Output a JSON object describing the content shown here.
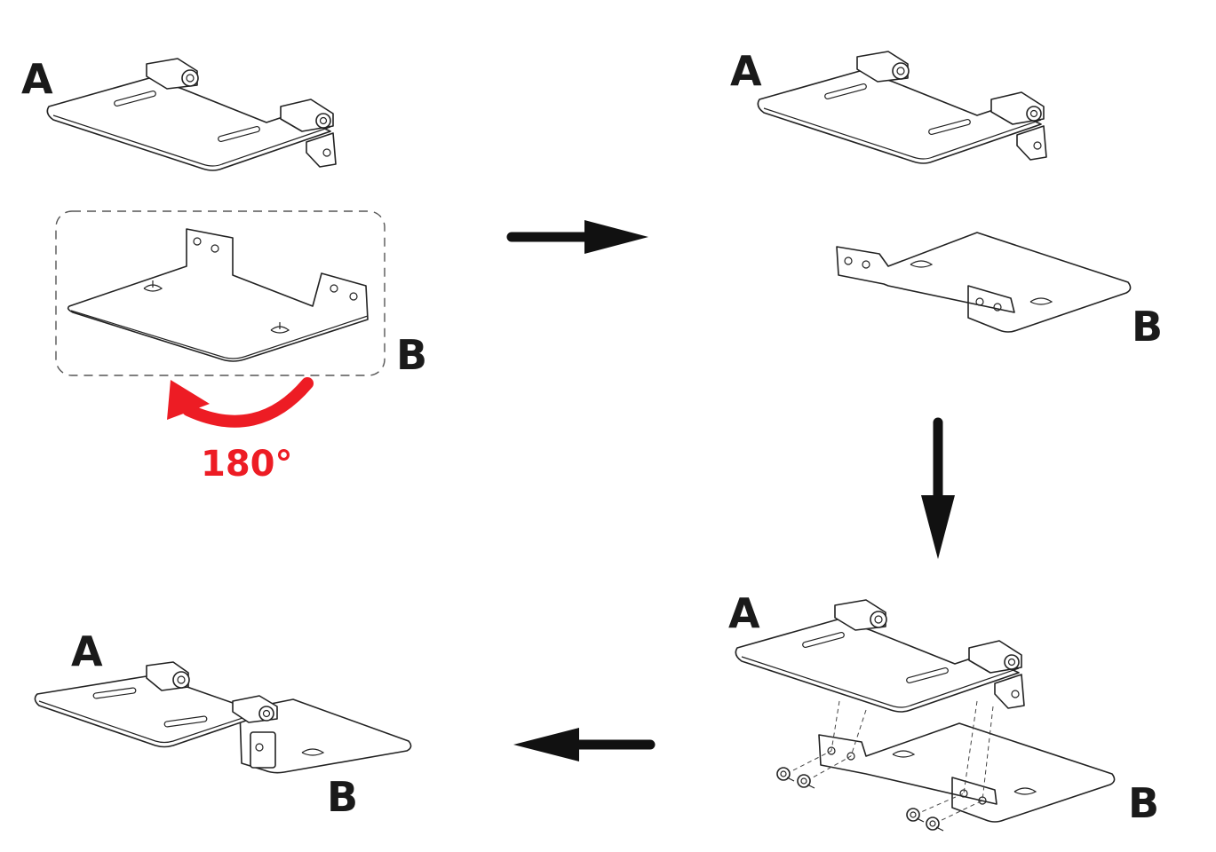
{
  "labels": {
    "a": "A",
    "b": "B"
  },
  "rotation_label": "180°",
  "colors": {
    "accent": "#ED1C24",
    "ink": "#1a1a1a"
  },
  "steps": [
    {
      "name": "step-1-rotate-b"
    },
    {
      "name": "step-2-position"
    },
    {
      "name": "step-3-fasten-screws"
    },
    {
      "name": "step-4-assembled"
    }
  ]
}
